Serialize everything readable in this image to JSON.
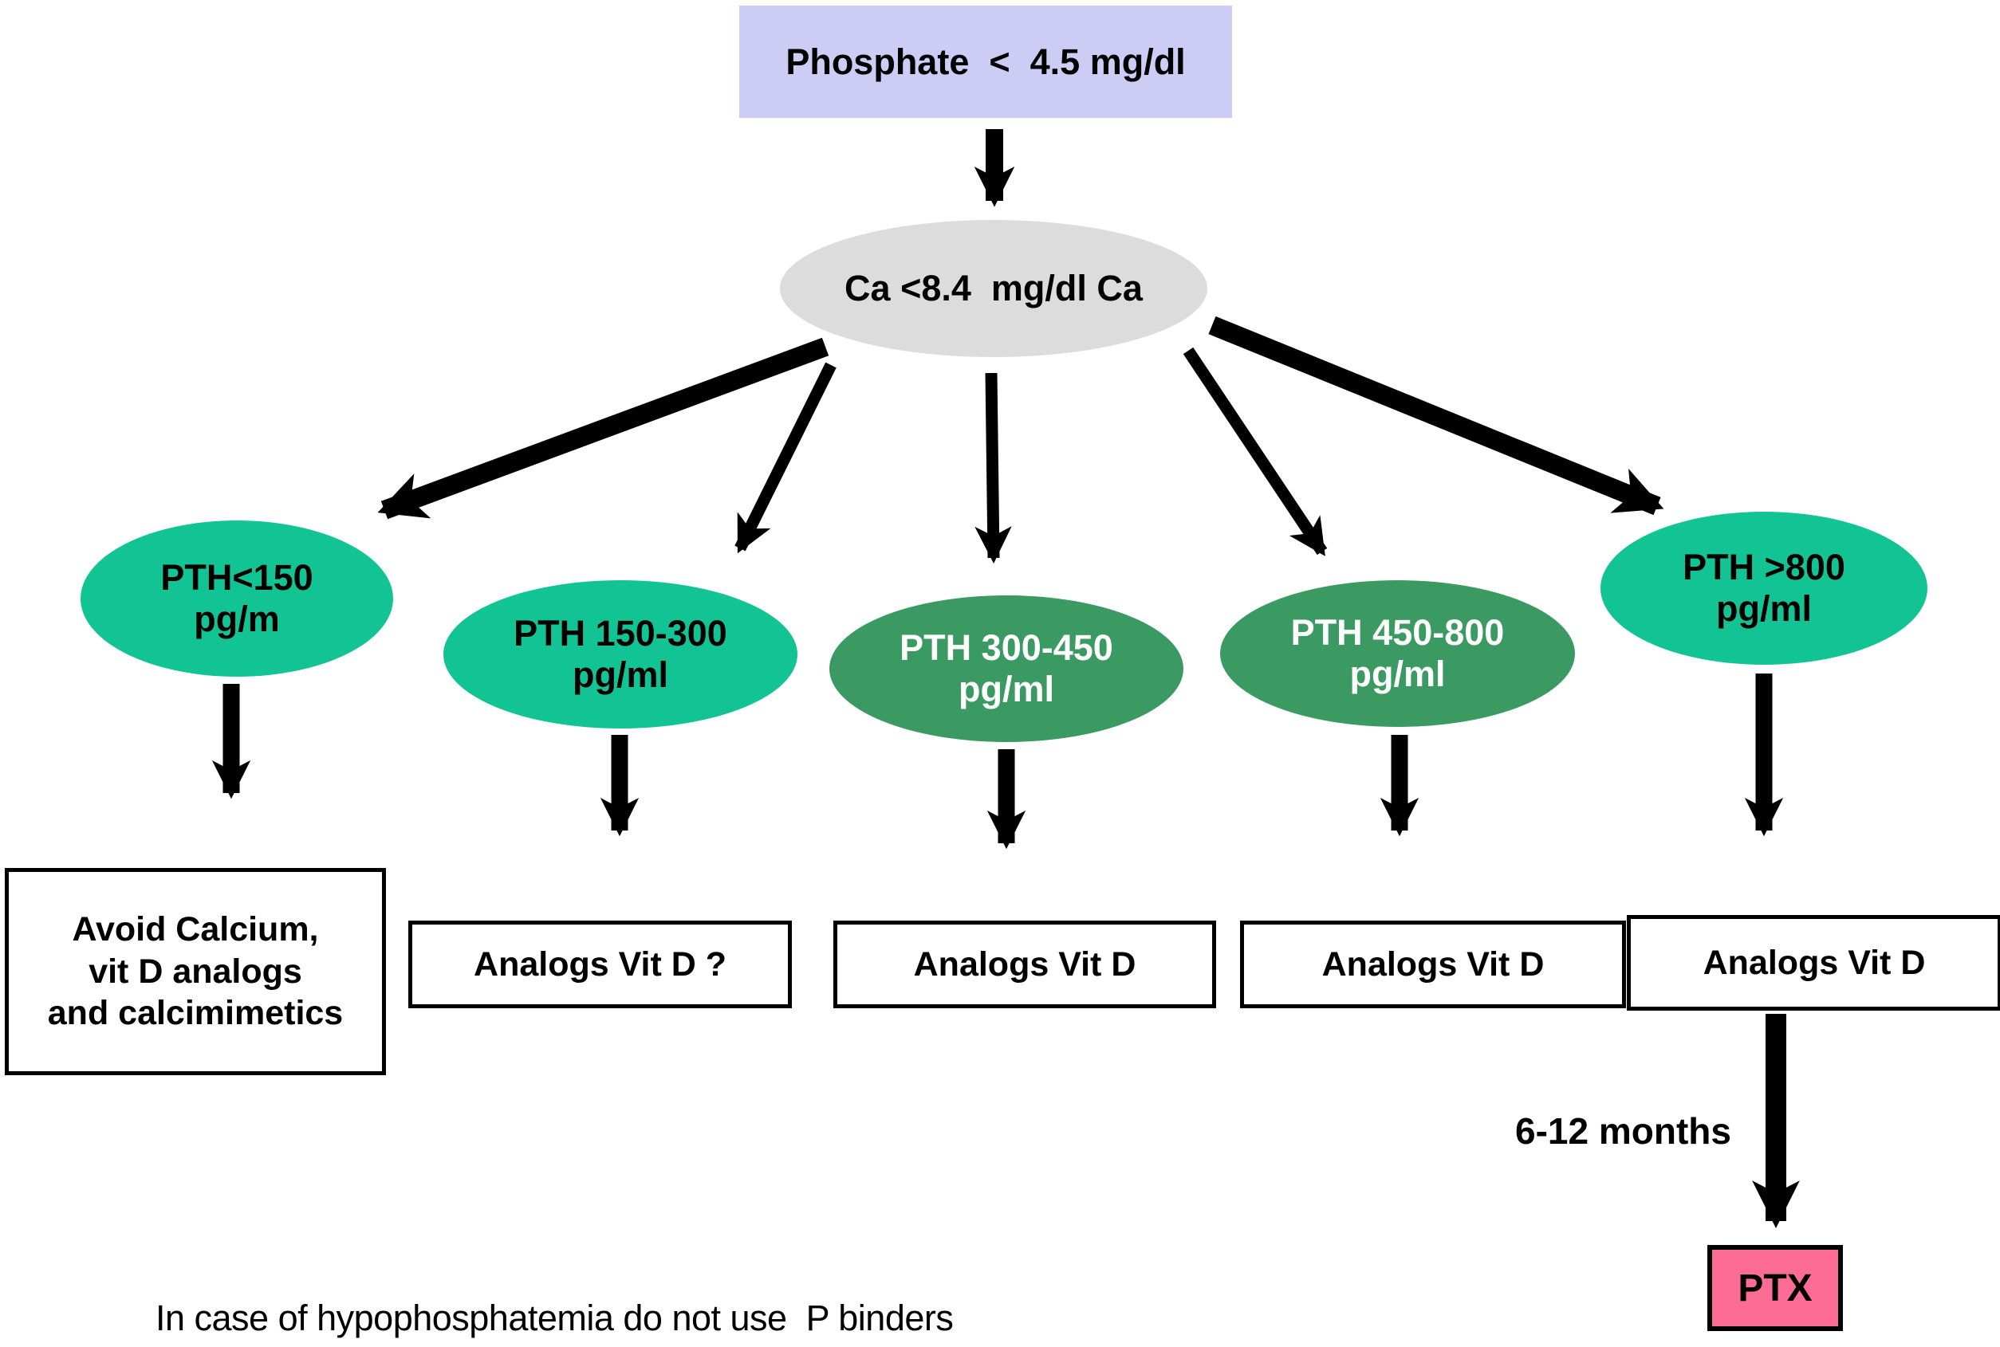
{
  "diagram": {
    "root": {
      "label": "Phosphate  <  4.5 mg/dl"
    },
    "decision": {
      "label": "Ca <8.4  mg/dl Ca"
    },
    "pth_nodes": [
      {
        "line1": "PTH<150",
        "line2": "pg/m",
        "variant": "bright"
      },
      {
        "line1": "PTH 150-300",
        "line2": "pg/ml",
        "variant": "bright"
      },
      {
        "line1": "PTH 300-450",
        "line2": "pg/ml",
        "variant": "dark"
      },
      {
        "line1": "PTH 450-800",
        "line2": "pg/ml",
        "variant": "dark"
      },
      {
        "line1": "PTH >800",
        "line2": "pg/ml",
        "variant": "bright"
      }
    ],
    "action_boxes": [
      {
        "lines": [
          "Avoid Calcium,",
          "vit D analogs",
          "and calcimimetics"
        ]
      },
      {
        "lines": [
          "Analogs Vit D ?"
        ]
      },
      {
        "lines": [
          "Analogs Vit D"
        ]
      },
      {
        "lines": [
          "Analogs Vit D"
        ]
      },
      {
        "lines": [
          "Analogs Vit D"
        ]
      }
    ],
    "followup": {
      "duration_label": "6-12 months",
      "terminal_label": "PTX"
    },
    "footnote": "In case of hypophosphatemia do not use  P binders",
    "colors": {
      "root_bg": "#ccccf5",
      "decision_bg": "#dcdcdc",
      "pth_bright": "#12c494",
      "pth_dark": "#3a9a62",
      "terminal_bg": "#fc6c95",
      "arrow": "#000000"
    }
  }
}
